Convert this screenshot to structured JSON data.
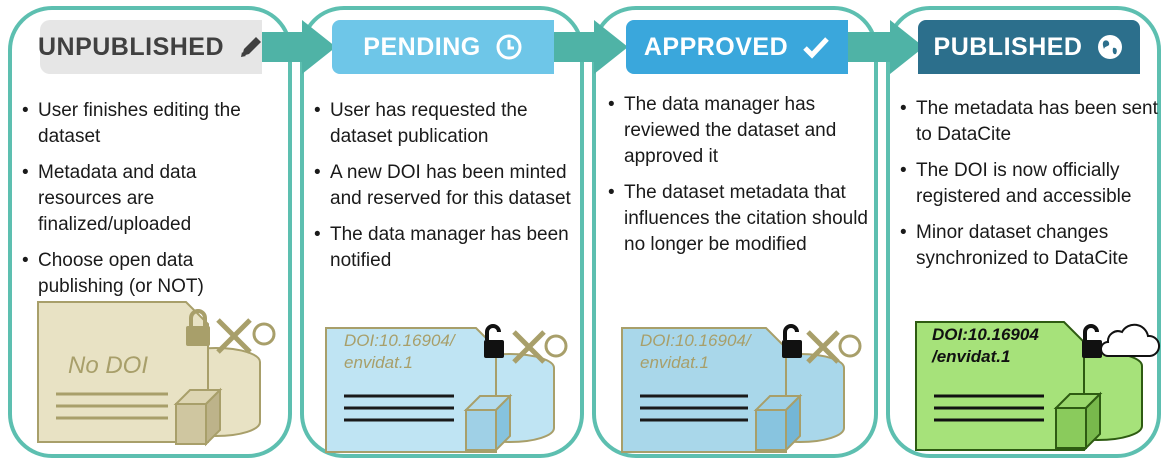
{
  "stages": [
    {
      "title": "UNPUBLISHED",
      "icon": "pencil-icon",
      "header_bg": "#e6e6e6",
      "header_fg": "#404040",
      "bullets": [
        "User finishes editing the dataset",
        "Metadata and data resources are finalized/uploaded",
        "Choose open data publishing (or NOT)"
      ],
      "doi_label": "No DOI",
      "doc_color": "#e8e2c4",
      "doc_stroke": "#a89f6a",
      "lock": "closed"
    },
    {
      "title": "PENDING",
      "icon": "clock-icon",
      "header_bg": "#6ec6e8",
      "header_fg": "#ffffff",
      "bullets": [
        "User has requested the dataset publication",
        "A new DOI has been minted and reserved for this dataset",
        "The data manager has been notified"
      ],
      "doi_label": "DOI:10.16904/ envidat.1",
      "doc_color": "#bfe4f3",
      "doc_stroke": "#a89f6a",
      "lock": "open"
    },
    {
      "title": "APPROVED",
      "icon": "check-icon",
      "header_bg": "#3aa7dc",
      "header_fg": "#ffffff",
      "bullets": [
        "The data manager has reviewed the dataset and approved it",
        "The dataset metadata that influences the citation should no longer be modified"
      ],
      "doi_label": "DOI:10.16904/ envidat.1",
      "doc_color": "#a9d7ea",
      "doc_stroke": "#a89f6a",
      "lock": "open"
    },
    {
      "title": "PUBLISHED",
      "icon": "globe-icon",
      "header_bg": "#2c6f8c",
      "header_fg": "#ffffff",
      "bullets": [
        "The metadata has been sent to DataCite",
        "The DOI is now officially registered and accessible",
        "Minor dataset changes synchronized to DataCite"
      ],
      "doi_label": "DOI:10.16904 /envidat.1",
      "doc_color": "#a6e27a",
      "doc_stroke": "#2e5b12",
      "lock": "open"
    }
  ],
  "colors": {
    "card_border": "#5dbfb0",
    "arrow": "#4fb3a6"
  }
}
